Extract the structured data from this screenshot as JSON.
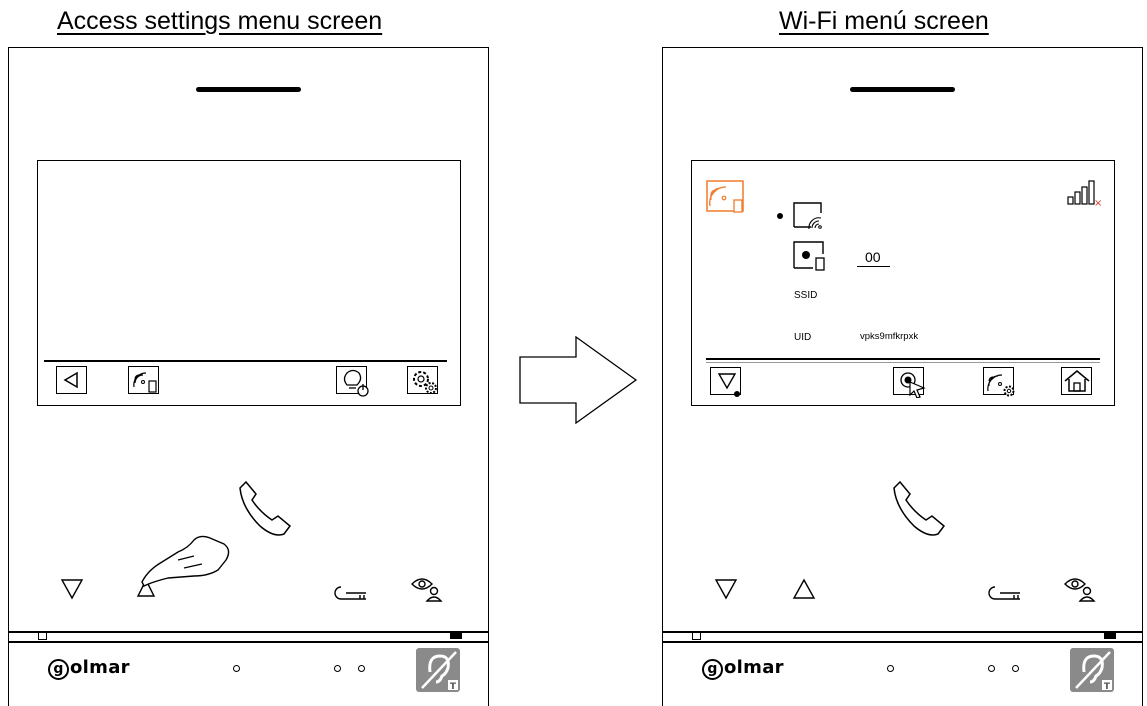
{
  "left_panel": {
    "title": "Access settings menu screen",
    "brand": "olmar",
    "brand_initial": "g",
    "icons": [
      "back-icon",
      "wifi-mobile-icon",
      "light-power-icon",
      "settings-icon",
      "down-triangle-icon",
      "up-triangle-pressed-icon",
      "handset-icon",
      "key-icon",
      "eye-user-icon",
      "hearing-loop-icon",
      "pointing-hand-icon"
    ]
  },
  "right_panel": {
    "title": "Wi-Fi menú screen",
    "brand": "olmar",
    "brand_initial": "g",
    "code_value": "00",
    "ssid_label": "SSID",
    "uid_label": "UID",
    "uid_value": "vpks9mfkrpxk",
    "icons": [
      "wifi-mobile-icon",
      "signal-strength-icon",
      "down-triangle-icon",
      "select-icon",
      "wifi-settings-icon",
      "home-icon",
      "handset-icon",
      "key-icon",
      "eye-user-icon",
      "hearing-loop-icon"
    ]
  },
  "colors": {
    "accent": "#F07B2A",
    "line": "#000000",
    "signal_mark": "#D93A2B"
  }
}
